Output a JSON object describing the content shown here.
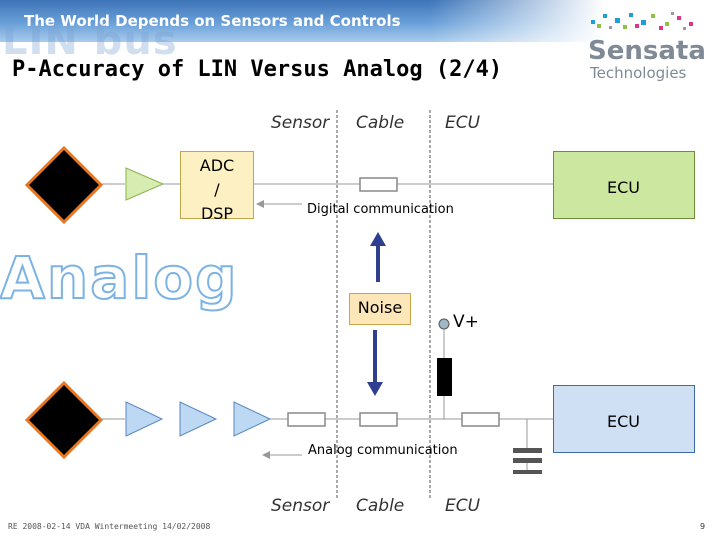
{
  "header": {
    "tagline": "The World Depends on Sensors and Controls",
    "wordmark": "LIN bus",
    "title": "P-Accuracy of LIN Versus Analog (2/4)",
    "logo_name": "Sensata",
    "logo_sub": "Technologies"
  },
  "columns": {
    "top": [
      "Sensor",
      "Cable",
      "ECU"
    ],
    "bottom": [
      "Sensor",
      "Cable",
      "ECU"
    ]
  },
  "digital": {
    "adc_lines": [
      "ADC",
      "/",
      "DSP"
    ],
    "ecu_label": "ECU",
    "comm_label": "Digital communication"
  },
  "noise_label": "Noise",
  "vplus_label": "V+",
  "analog": {
    "watermark": "Analog",
    "ecu_label": "ECU",
    "comm_label": "Analog communication"
  },
  "footer": {
    "text": "RE   2008-02-14 VDA Wintermeeting 14/02/2008",
    "page": "9"
  }
}
